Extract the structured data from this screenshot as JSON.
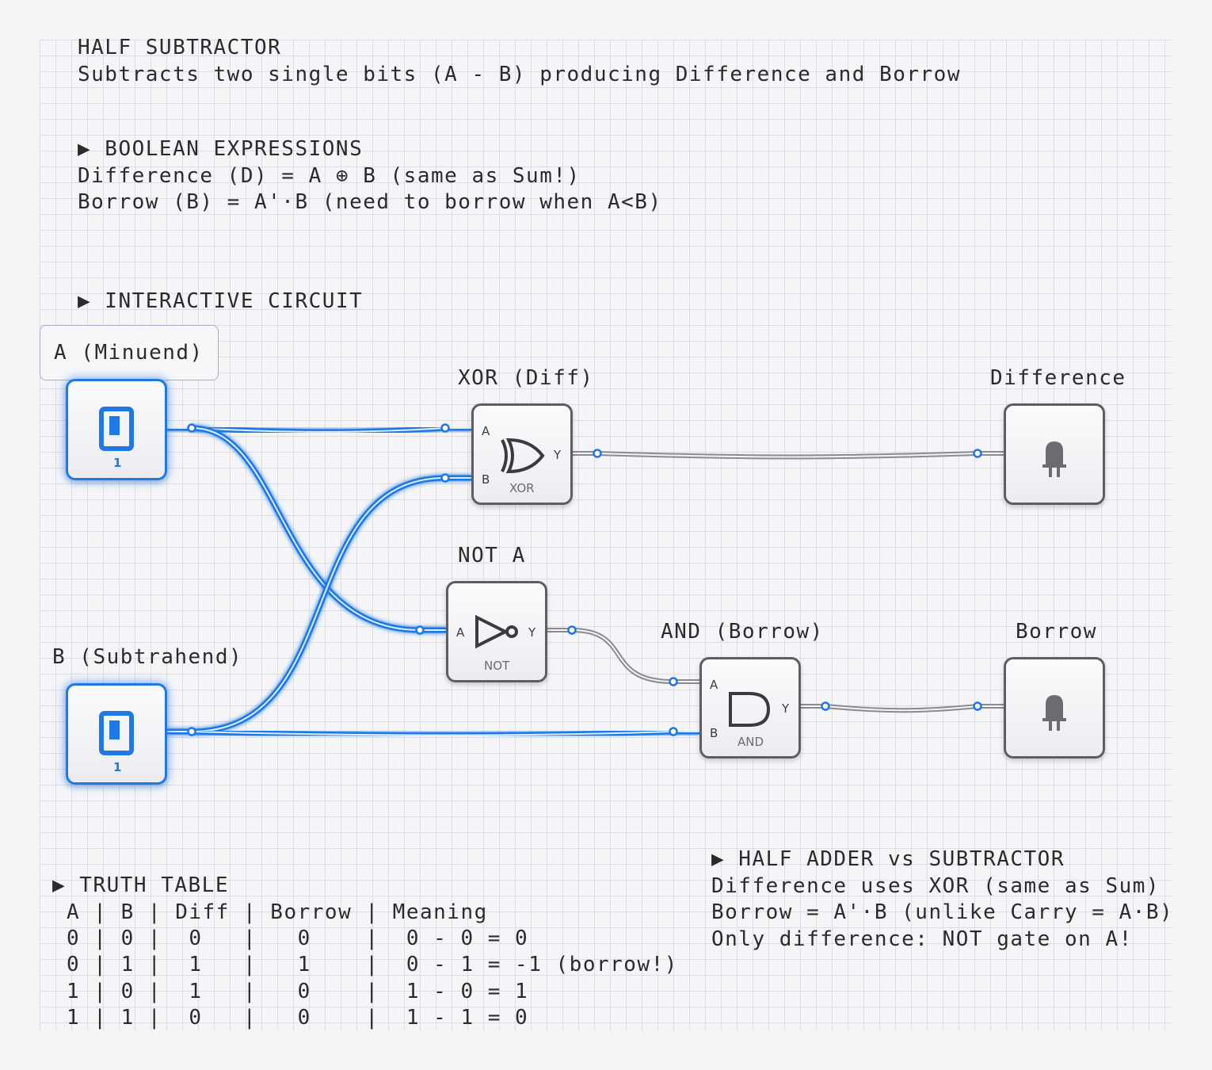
{
  "header": {
    "title": "HALF SUBTRACTOR",
    "subtitle": "Subtracts two single bits (A - B) producing Difference and Borrow"
  },
  "expressions": {
    "heading": "▶ BOOLEAN EXPRESSIONS",
    "line1": "Difference (D) = A ⊕ B (same as Sum!)",
    "line2": "Borrow (B) = A'·B (need to borrow when A<B)"
  },
  "circuit": {
    "heading": "▶ INTERACTIVE CIRCUIT",
    "input_a": {
      "label": "A (Minuend)",
      "value": "1"
    },
    "input_b": {
      "label": "B (Subtrahend)",
      "value": "1"
    },
    "xor_gate": {
      "label": "XOR (Diff)",
      "type": "XOR",
      "pin_a": "A",
      "pin_b": "B",
      "pin_y": "Y"
    },
    "not_gate": {
      "label": "NOT A",
      "type": "NOT",
      "pin_a": "A",
      "pin_y": "Y"
    },
    "and_gate": {
      "label": "AND (Borrow)",
      "type": "AND",
      "pin_a": "A",
      "pin_b": "B",
      "pin_y": "Y"
    },
    "output_diff": {
      "label": "Difference"
    },
    "output_borrow": {
      "label": "Borrow"
    },
    "colors": {
      "active_wire": "#1e78e6",
      "inactive_wire": "#8a8a90"
    }
  },
  "truth_table": {
    "heading": "▶ TRUTH TABLE",
    "header": "A | B | Diff | Borrow | Meaning",
    "rows": [
      "0 | 0 |  0   |   0    |  0 - 0 = 0",
      "0 | 1 |  1   |   1    |  0 - 1 = -1 (borrow!)",
      "1 | 0 |  1   |   0    |  1 - 0 = 1",
      "1 | 1 |  0   |   0    |  1 - 1 = 0"
    ]
  },
  "comparison": {
    "heading": "▶ HALF ADDER vs SUBTRACTOR",
    "line1": "Difference uses XOR (same as Sum)",
    "line2": "Borrow = A'·B (unlike Carry = A·B)",
    "line3": "Only difference: NOT gate on A!"
  }
}
